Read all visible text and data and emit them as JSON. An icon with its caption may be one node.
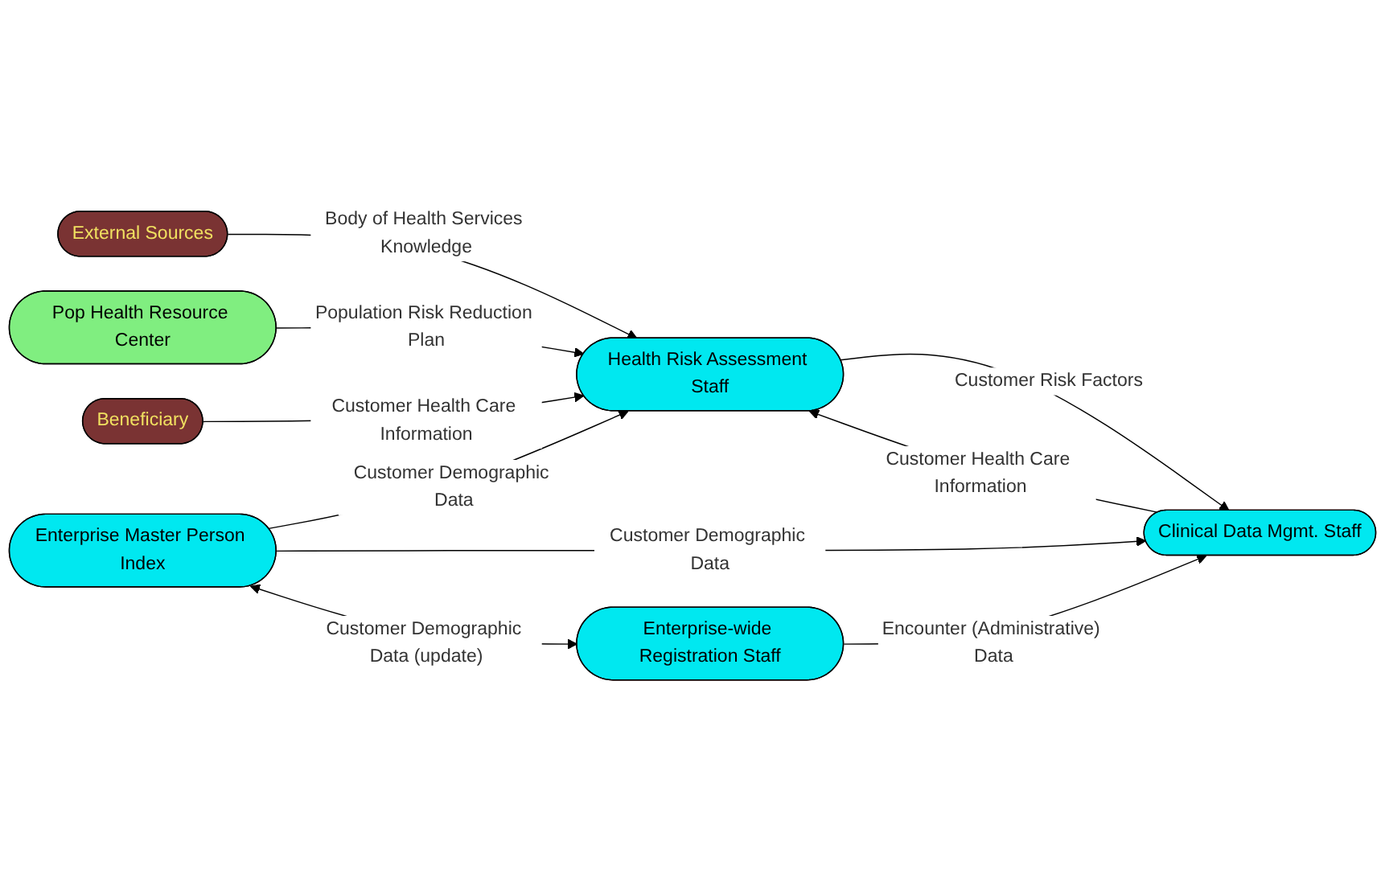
{
  "diagram": {
    "nodes": [
      {
        "text": [
          "External Sources"
        ]
      },
      {
        "text": [
          "Clinical Data Mgmt. Staff"
        ]
      },
      {
        "text": [
          "Pop Health Resource Center"
        ]
      },
      {
        "text": [
          "Health Risk Assessment Staff"
        ]
      },
      {
        "text": [
          "Beneficiary"
        ]
      },
      {
        "text": [
          "Enterprise-wide Registration Staff"
        ]
      },
      {
        "text": [
          "Enterprise Master Person Index"
        ]
      }
    ],
    "edges": [
      {
        "from": 0,
        "to": 3,
        "arrow": "to",
        "label": "Body of Health Services Knowledge"
      },
      {
        "from": 3,
        "to": 1,
        "arrow": "to",
        "label": "Customer Risk Factors"
      },
      {
        "from": 1,
        "to": 3,
        "arrow": "to",
        "label": "Customer Health Care Information"
      },
      {
        "from": 2,
        "to": 3,
        "arrow": "to",
        "label": "Population Risk Reduction Plan"
      },
      {
        "from": 4,
        "to": 3,
        "arrow": "to",
        "label": "Customer Health Care Information"
      },
      {
        "from": 6,
        "to": 3,
        "arrow": "to",
        "label": "Customer Demographic Data"
      },
      {
        "from": 6,
        "to": 1,
        "arrow": "to",
        "label": "Customer Demographic Data"
      },
      {
        "from": 5,
        "to": 1,
        "arrow": "to",
        "label": "Encounter (Administrative) Data"
      },
      {
        "from": 6,
        "to": 5,
        "arrow": "both",
        "label": "Customer Demographic Data (update)"
      }
    ]
  }
}
